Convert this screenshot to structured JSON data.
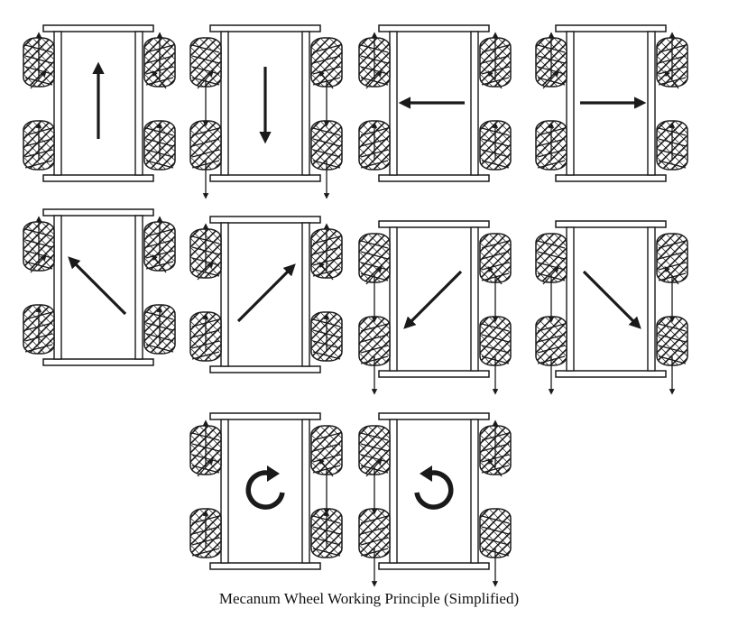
{
  "caption": "Mecanum Wheel Working Principle (Simplified)",
  "colors": {
    "ink": "#1a1a1a",
    "roller_fill": "#d0d0d0",
    "frame_stroke": "#3a3a3a",
    "background": "#ffffff"
  },
  "motions": [
    {
      "id": "forward",
      "arrow": "up"
    },
    {
      "id": "backward",
      "arrow": "down"
    },
    {
      "id": "strafe-left",
      "arrow": "left"
    },
    {
      "id": "strafe-right",
      "arrow": "right"
    },
    {
      "id": "diagonal-up-left",
      "arrow": "up-left"
    },
    {
      "id": "diagonal-up-right",
      "arrow": "up-right"
    },
    {
      "id": "diagonal-down-left",
      "arrow": "down-left"
    },
    {
      "id": "diagonal-down-right",
      "arrow": "down-right"
    },
    {
      "id": "rotate-clockwise",
      "arrow": "rotate-cw"
    },
    {
      "id": "rotate-counterclockwise",
      "arrow": "rotate-ccw"
    }
  ]
}
